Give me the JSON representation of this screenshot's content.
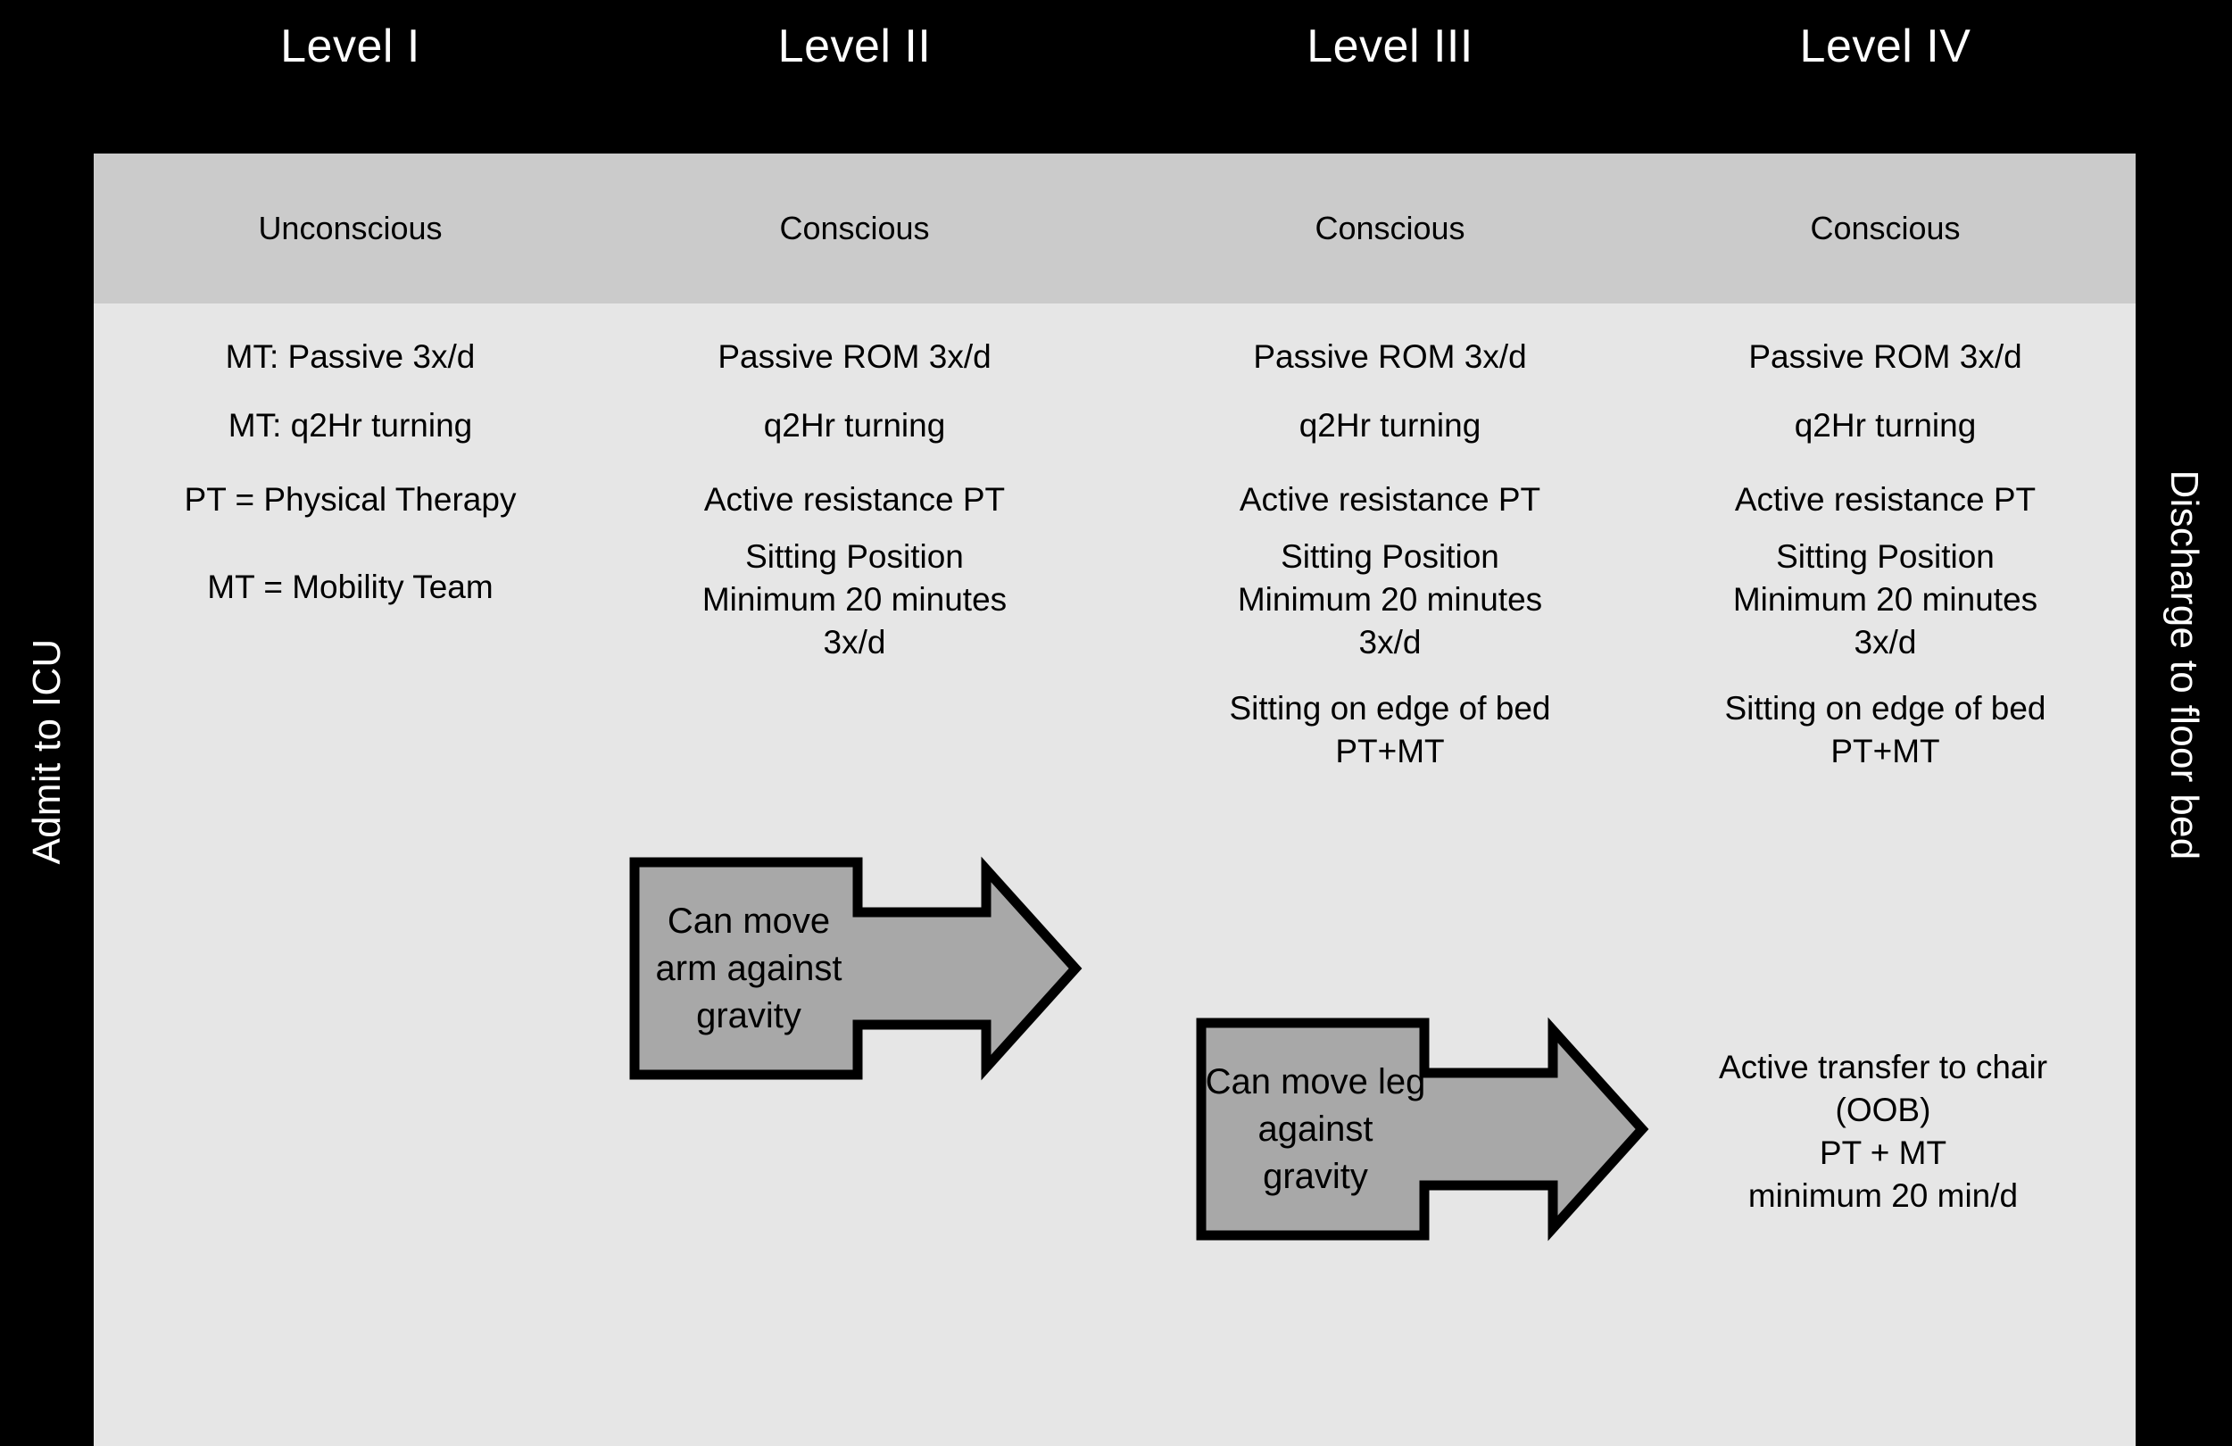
{
  "figure": {
    "rail_left": "Admit to ICU",
    "rail_right": "Discharge to floor bed",
    "colors": {
      "background": "#000000",
      "panel": "#e6e6e6",
      "band": "#cbcbcb",
      "arrow_fill": "#a8a8a8",
      "arrow_stroke": "#000000",
      "header_text": "#ffffff",
      "body_text": "#000000"
    }
  },
  "columns": [
    {
      "header": "Level I",
      "consciousness": "Unconscious",
      "items": [
        "MT: Passive 3x/d",
        "MT: q2Hr turning",
        "PT = Physical Therapy",
        "MT = Mobility Team"
      ]
    },
    {
      "header": "Level II",
      "consciousness": "Conscious",
      "items": [
        "Passive ROM 3x/d",
        "q2Hr turning",
        "Active resistance PT",
        "Sitting Position\nMinimum 20 minutes\n3x/d"
      ]
    },
    {
      "header": "Level III",
      "consciousness": "Conscious",
      "items": [
        "Passive ROM 3x/d",
        "q2Hr turning",
        "Active resistance PT",
        "Sitting Position\nMinimum 20 minutes\n3x/d",
        "Sitting on edge of bed\nPT+MT"
      ]
    },
    {
      "header": "Level IV",
      "consciousness": "Conscious",
      "items": [
        "Passive ROM 3x/d",
        "q2Hr turning",
        "Active resistance PT",
        "Sitting Position\nMinimum 20 minutes\n3x/d",
        "Sitting on edge of bed\nPT+MT",
        "Active transfer to chair\n(OOB)\nPT + MT\nminimum 20 min/d"
      ]
    }
  ],
  "arrows": [
    {
      "label": "Can move\narm against\ngravity",
      "from": "Level II",
      "to": "Level III"
    },
    {
      "label": "Can move leg\nagainst\ngravity",
      "from": "Level III",
      "to": "Level IV"
    }
  ]
}
